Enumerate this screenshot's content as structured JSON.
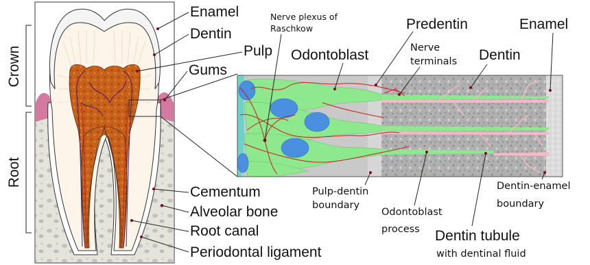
{
  "labels": {
    "crown": "Crown",
    "root": "Root",
    "enamel": "Enamel",
    "dentin": "Dentin",
    "pulp": "Pulp",
    "gums": "Gums",
    "cementum": "Cementum",
    "alveolar_bone": "Alveolar bone",
    "root_canal": "Root canal",
    "periodontal_ligament": "Periodontal ligament",
    "nerve_plexus_line1": "Nerve plexus of",
    "nerve_plexus_line2": "Raschkow",
    "predentin": "Predentin",
    "enamel_detail": "Enamel",
    "odontoblast": "Odontoblast",
    "nerve_terminals_line1": "Nerve",
    "nerve_terminals_line2": "terminals",
    "dentin_detail": "Dentin",
    "pulp_dentin_line1": "Pulp-dentin",
    "pulp_dentin_line2": "boundary",
    "odontoblast_process_line1": "Odontoblast",
    "odontoblast_process_line2": "process",
    "dentin_tubule": "Dentin tubule",
    "dentinal_fluid": "with dentinal fluid",
    "dentin_enamel_line1": "Dentin-enamel",
    "dentin_enamel_line2": "boundary"
  },
  "colors": {
    "pulp": "#c8621a",
    "dentin": "#fdf4ea",
    "bone": "#dcdcd4",
    "gums": "#d27aa0",
    "odontoblast": "#8ee88e",
    "nucleus": "#4a8fe0",
    "nerve": "#c81e1e",
    "tubule": "#f5b8c8",
    "predentin": "#c8c8c8",
    "dentin_texture": "#a8a8a8"
  }
}
